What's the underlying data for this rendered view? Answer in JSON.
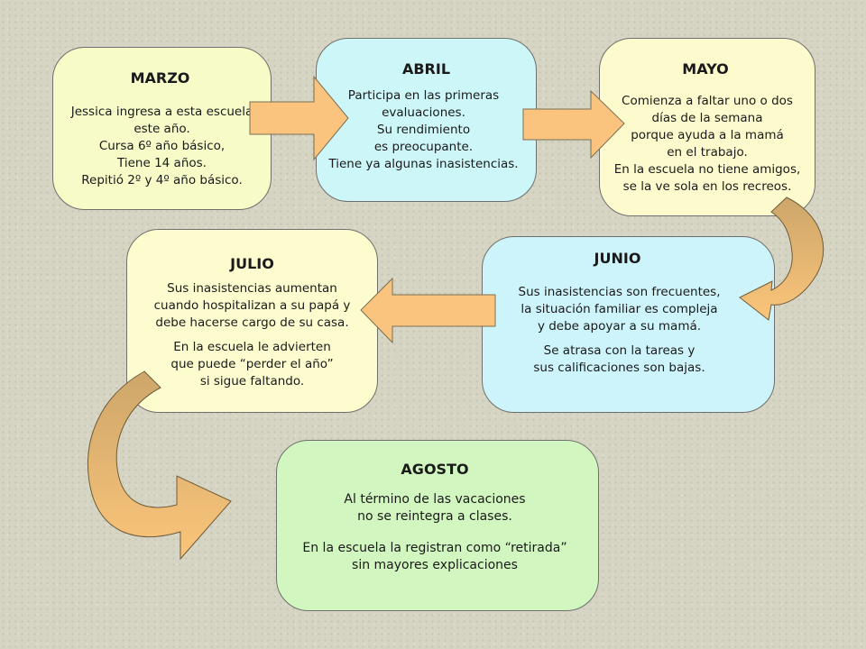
{
  "boxes": {
    "marzo": {
      "title": "MARZO",
      "text": "Jessica ingresa a esta escuela\neste año.\nCursa 6º año básico,\nTiene 14 años.\nRepitió 2º y 4º año básico."
    },
    "abril": {
      "title": "ABRIL",
      "text": "Participa en  las primeras\nevaluaciones.\nSu rendimiento\nes preocupante.\nTiene ya algunas inasistencias."
    },
    "mayo": {
      "title": "MAYO",
      "text": "Comienza a faltar uno o dos\ndías de la semana\nporque ayuda a la mamá\nen el trabajo.\nEn la escuela no tiene amigos,\nse la ve sola en los recreos."
    },
    "junio": {
      "title": "JUNIO",
      "text1": "Sus inasistencias son frecuentes,\n  la situación familiar es compleja\ny debe apoyar a  su mamá.",
      "text2": "Se atrasa con la tareas y\nsus calificaciones son bajas."
    },
    "julio": {
      "title": "JULIO",
      "text1": "Sus inasistencias aumentan\ncuando hospitalizan a su papá y\ndebe  hacerse cargo de su casa.",
      "text2": "En la escuela le advierten\nque puede  “perder el año”\n si sigue faltando."
    },
    "agosto": {
      "title": "AGOSTO",
      "text1": "Al término de las vacaciones\n no se reintegra a clases.",
      "text2": "En la escuela la registran como “retirada”\nsin mayores explicaciones"
    }
  },
  "colors": {
    "arrow_fill": "#fac47e",
    "curved_arrow_fill": "#cda66a",
    "curved_arrow_light": "#fbc57a",
    "box_marzo": "#f7fbc8",
    "box_abril": "#cdf6f9",
    "box_mayo": "#fdfbcd",
    "box_julio": "#fdfccf",
    "box_junio": "#cdf4fa",
    "box_agosto": "#d2f6c0"
  }
}
